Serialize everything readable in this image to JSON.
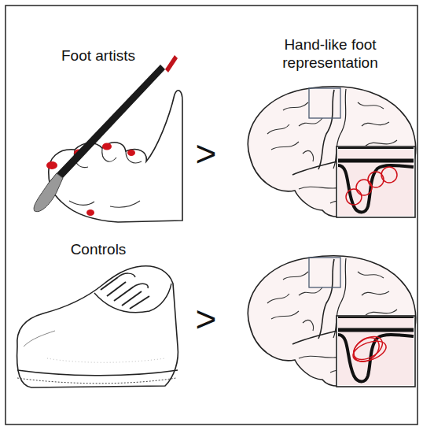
{
  "diagram": {
    "labels": [
      "Foot artists",
      "Hand-like foot representation",
      ">",
      "Controls",
      ">"
    ]
  }
}
